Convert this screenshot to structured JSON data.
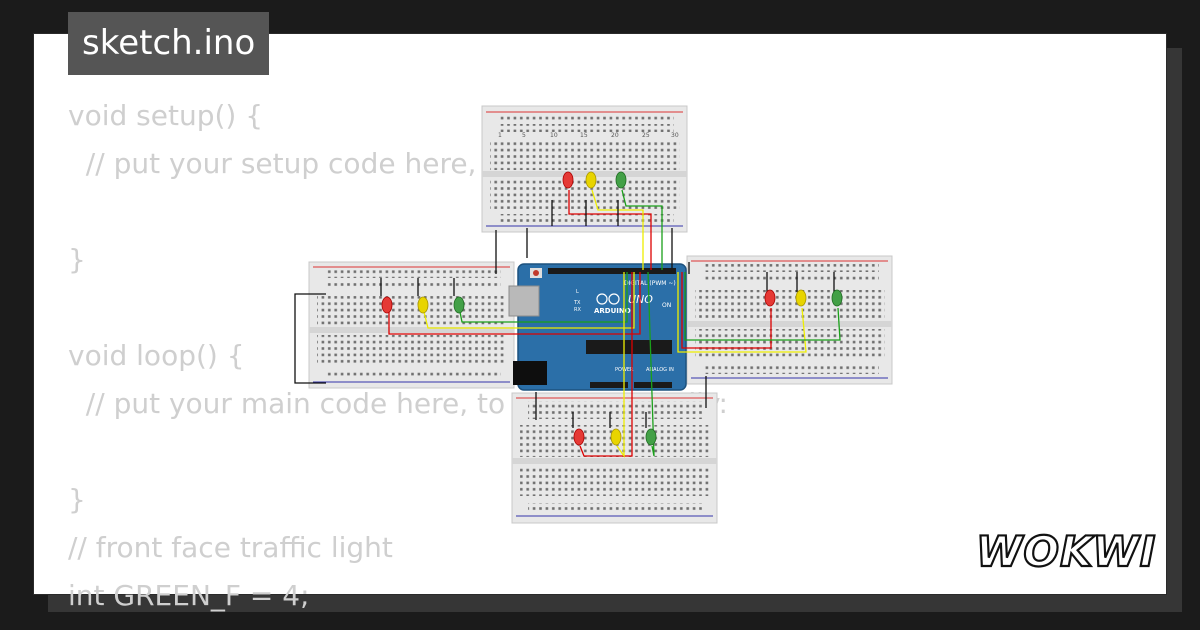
{
  "file_tab": {
    "label": "sketch.ino"
  },
  "code_lines": [
    "void setup() {",
    "  // put your setup code here, to run once:",
    "",
    "}",
    "",
    "void loop() {",
    "  // put your main code here, to run repeatedly:",
    "",
    "}",
    "// front face traffic light",
    "int GREEN_F = 4;"
  ],
  "board": {
    "name": "UNO",
    "brand": "ARDUINO",
    "digital_label": "DIGITAL (PWM ~)",
    "analog_label": "ANALOG IN",
    "power_label": "POWER",
    "on_label": "ON",
    "tx_label": "TX",
    "rx_label": "RX",
    "l_label": "L"
  },
  "breadboard_col_labels": [
    "1",
    "5",
    "10",
    "15",
    "20",
    "25",
    "30"
  ],
  "led_colors": {
    "red": "#e53935",
    "yellow": "#e8d400",
    "green": "#43a047"
  },
  "wire_colors": {
    "red": "#dd0000",
    "yellow": "#eeee00",
    "green": "#1aa01a",
    "black": "#111111"
  },
  "logo": {
    "text": "WOKWI"
  }
}
